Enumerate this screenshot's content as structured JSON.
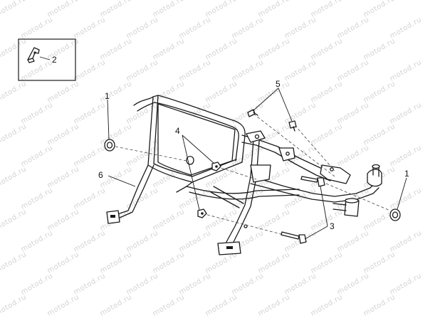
{
  "callouts": {
    "clip_ref": "2",
    "bushing_left": "1",
    "bushing_right": "1",
    "screws_top": "5",
    "nuts": "4",
    "frame": "6",
    "bolt": "3"
  },
  "watermark": {
    "text": "motod.ru"
  },
  "colors": {
    "line": "#1a1a1a",
    "watermark": "#d3d3d3",
    "background": "#ffffff"
  }
}
